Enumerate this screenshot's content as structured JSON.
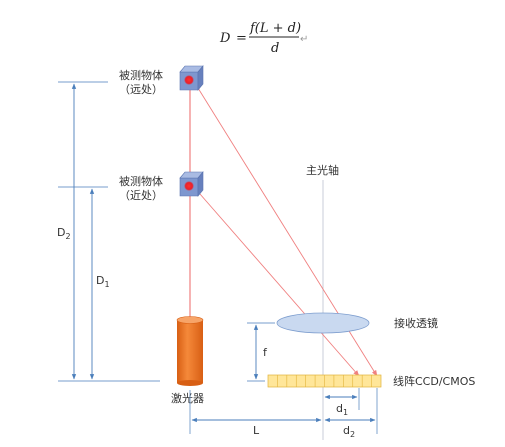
{
  "formula": {
    "lhs": "D",
    "equals": "=",
    "numerator": "f(L + d)",
    "denominator": "d",
    "return_mark": "↵"
  },
  "labels": {
    "far_object_line1": "被测物体",
    "far_object_line2": "（远处）",
    "near_object_line1": "被测物体",
    "near_object_line2": "（近处）",
    "main_axis": "主光轴",
    "lens": "接收透镜",
    "sensor": "线阵CCD/CMOS",
    "laser": "激光器",
    "D2_main": "D",
    "D2_sub": "2",
    "D1_main": "D",
    "D1_sub": "1",
    "f": "f",
    "L": "L",
    "d1_main": "d",
    "d1_sub": "1",
    "d2_main": "d",
    "d2_sub": "2"
  },
  "colors": {
    "dimension_blue": "#4a7ebb",
    "laser_beam": "#f08080",
    "laser_body": "#f07a2a",
    "lens_fill": "#c9d9f0",
    "sensor_fill": "#ffe699",
    "object_fill": "#8fa6d6",
    "spot_red": "#e8202a"
  },
  "icons": {
    "far_object": "cube-object-icon",
    "near_object": "cube-object-icon",
    "laser": "cylinder-laser-icon",
    "lens": "ellipse-lens-icon",
    "sensor": "linear-sensor-array-icon"
  }
}
